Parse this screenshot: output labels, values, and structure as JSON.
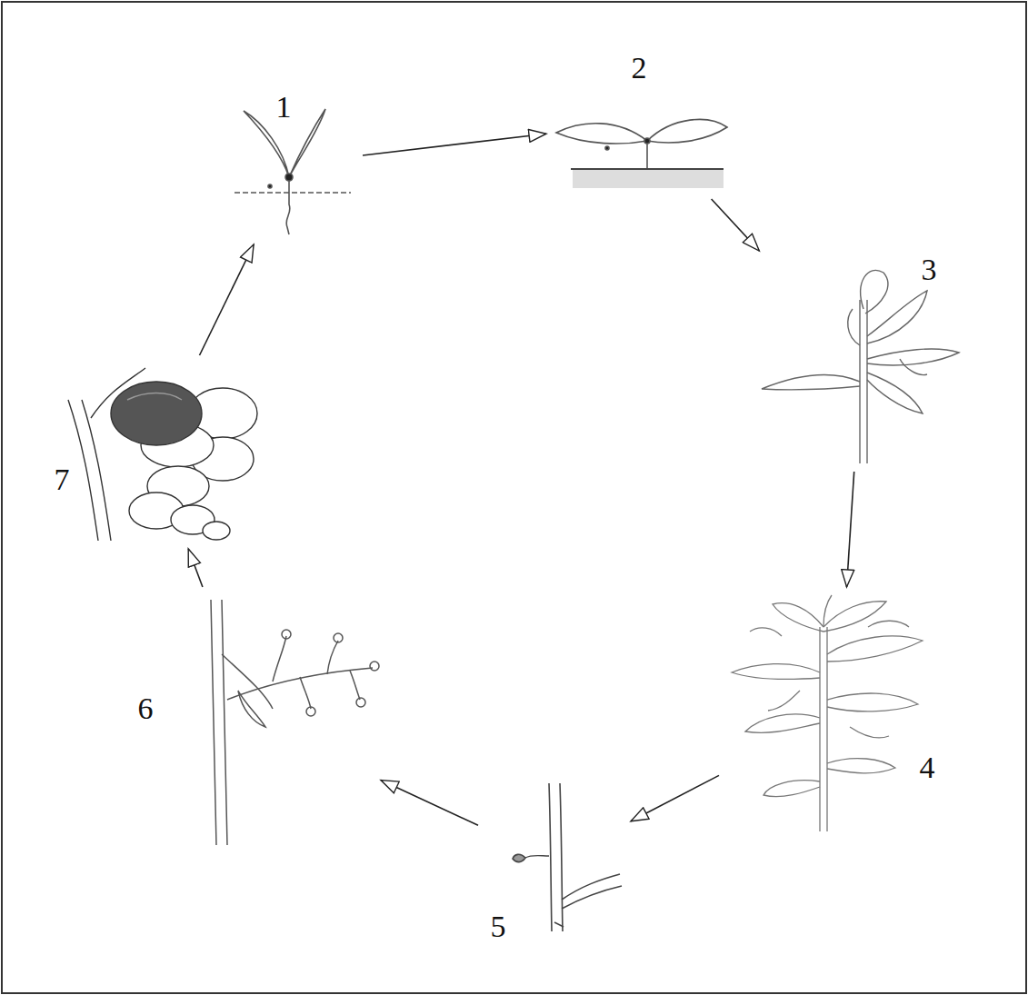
{
  "diagram": {
    "nodes": [
      {
        "text": [
          "1"
        ]
      },
      {
        "text": [
          "2"
        ]
      },
      {
        "text": [
          "3"
        ]
      },
      {
        "text": [
          "4"
        ]
      },
      {
        "text": [
          "5"
        ]
      },
      {
        "text": [
          "6"
        ]
      },
      {
        "text": [
          "7"
        ]
      }
    ],
    "edges": [
      {
        "from": 0,
        "to": 1,
        "arrow": "to"
      },
      {
        "from": 1,
        "to": 2,
        "arrow": "to"
      },
      {
        "from": 2,
        "to": 3,
        "arrow": "to"
      },
      {
        "from": 3,
        "to": 4,
        "arrow": "to"
      },
      {
        "from": 4,
        "to": 5,
        "arrow": "to"
      },
      {
        "from": 5,
        "to": 6,
        "arrow": "to"
      },
      {
        "from": 6,
        "to": 0,
        "arrow": "to"
      }
    ]
  }
}
